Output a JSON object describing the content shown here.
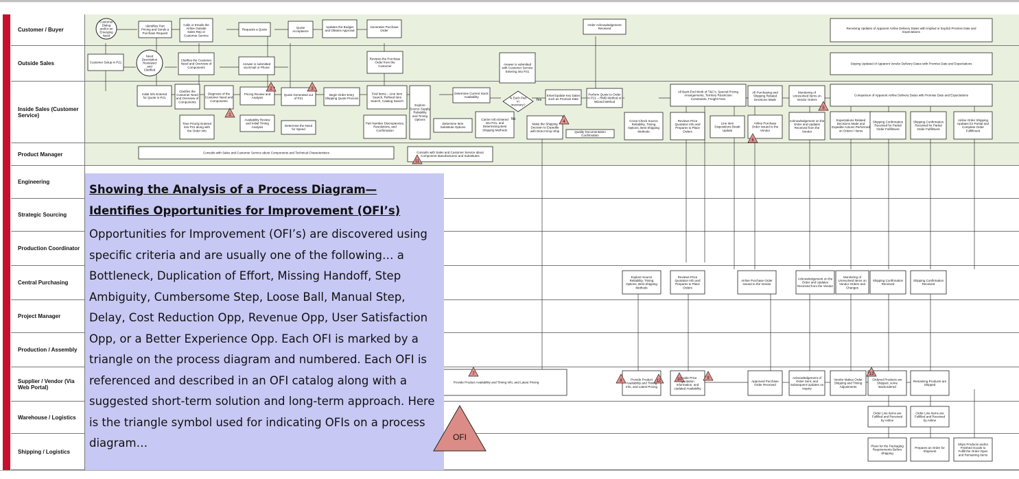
{
  "swimlanes": [
    {
      "label": "Customer / Buyer"
    },
    {
      "label": "Outside Sales"
    },
    {
      "label": "Inside Sales (Customer Service)"
    },
    {
      "label": "Product Manager"
    },
    {
      "label": "Engineering"
    },
    {
      "label": "Strategic Sourcing"
    },
    {
      "label": "Production Coordinator"
    },
    {
      "label": "Central Purchasing"
    },
    {
      "label": "Project Manager"
    },
    {
      "label": "Production / Assembly"
    },
    {
      "label": "Supplier / Vendor (Via Web Portal)"
    },
    {
      "label": "Warehouse / Logistics"
    },
    {
      "label": "Shipping / Logistics"
    }
  ],
  "process_boxes": [
    {
      "text": "Identifies Part Pricing and Sends a Purchase Request"
    },
    {
      "text": "Calls or Emails the Airline Outside Sales Rep or Customer Service"
    },
    {
      "text": "Requests a Quote"
    },
    {
      "text": "Quote Acceptance"
    },
    {
      "text": "Updates the Budget and Obtains Approval"
    },
    {
      "text": "Generates Purchase Order"
    },
    {
      "text": "Order Acknowledgement Received"
    },
    {
      "text": "Receiving Updates of Apparent Airline Delivery Dates with Implied or Explicit Promise Date and Expectations"
    },
    {
      "text": "Customer Setup in P21"
    },
    {
      "text": "Clarifies the Customer Need and Overview of Components"
    },
    {
      "text": "Answer is submitted via Email or Phone"
    },
    {
      "text": "Reviews the Purchase Order from the Customer"
    },
    {
      "text": "Answer is submitted with Customer Service Entering into P21"
    },
    {
      "text": "Staying Updated of Apparent Vendor Delivery Dates with Promise Date and Expectations"
    },
    {
      "text": "Initial Info Entered for Quote in P21"
    },
    {
      "text": "Clarifies the Customer Need and Overview of Components"
    },
    {
      "text": "Diagnosis of the Customer Need and Components"
    },
    {
      "text": "Pricing Review and Analysis"
    },
    {
      "text": "Quote Generated out of P21"
    },
    {
      "text": "Begin Order Entry Shipping Quote Process"
    },
    {
      "text": "Find Items – Line Item Search, Refined Item Search, Catalog Search"
    },
    {
      "text": "Explore Source Supply Reliability and Timing Options"
    },
    {
      "text": "Determine Current Stock Availability"
    },
    {
      "text": "Is Each Part in Inventory?"
    },
    {
      "text": "Enter/Update Key Dates such as Promise Date"
    },
    {
      "text": "Perform Quote to Order in P21 – RMB Method or Wizard Method"
    },
    {
      "text": "Time Priority Entered into P21 along with the Order Info"
    },
    {
      "text": "Availability Review and Initial Timing Analysis"
    },
    {
      "text": "Determine the Need for Speed"
    },
    {
      "text": "Part Number Discrepancies, Resolutions, and Confirmation"
    },
    {
      "text": "Determine Item Substitute Options"
    },
    {
      "text": "Carrier Info Entered into P21, and Determining Best Shipping Methods"
    },
    {
      "text": "Make the Shipping Decision to Expedite with Direct Drop Ship"
    },
    {
      "text": "Quality Documentation Confirmation"
    },
    {
      "text": "Cross-Check Source Reliability, Timing Options, Best Shipping Methods"
    },
    {
      "text": "All Back-End Work of T&C's, Special Pricing Arrangements, Territory Restriction Constraints, Freight Fees"
    },
    {
      "text": "Reviews Price Quotation Info and Prepares to Place Orders"
    },
    {
      "text": "Line Item Dispositions Break Update"
    },
    {
      "text": "All Purchasing and Shipping Related Decisions Made"
    },
    {
      "text": "Airline Purchase Order Issued to the Vendor"
    },
    {
      "text": "Monitoring of Unresolved Items on Vendor Orders"
    },
    {
      "text": "Acknowledgement on the Order and Updates Received from the Vendor"
    },
    {
      "text": "Comparison of Apparent Airline Delivery Dates with Promise Date and Expectations"
    },
    {
      "text": "Expectations Related Decisions Made and Expedite Actions Performed on Orders / Items"
    },
    {
      "text": "Shipping Confirmation Received for Partial Order Fulfillment"
    },
    {
      "text": "Shipping Confirmation Received for Partial Order Fulfillment"
    },
    {
      "text": "Airline Order Shipping Updates for Partial and Complete Order Fulfillment"
    },
    {
      "text": "Consults with Sales and Customer Service about Components and Technical Characteristics"
    },
    {
      "text": "Consults with Sales and Customer Service about Component Manufacturers and Substitutes"
    },
    {
      "text": "Explore Source Reliability, Timing Options, Best Shipping Methods"
    },
    {
      "text": "Reviews Price Quotation Info and Prepares to Place Orders"
    },
    {
      "text": "Airline Purchase Order Issued to the Vendor"
    },
    {
      "text": "Acknowledgement on the Order and Updates Received from the Vendor"
    },
    {
      "text": "Monitoring of Unresolved Items on Vendor Orders and Changes"
    },
    {
      "text": "Shipping Confirmation Received"
    },
    {
      "text": "Shipping Confirmation Received"
    },
    {
      "text": "Provide Product Availability and Timing Info, and Latest Pricing"
    },
    {
      "text": "Provide Product Availability and Timing Info, and Latest Pricing"
    },
    {
      "text": "Provide Price Quotation Information, and Updated Availability"
    },
    {
      "text": "Approved Purchase Order Received"
    },
    {
      "text": "Acknowledgement of Order Sent, and Subsequent Updates on Inquiry"
    },
    {
      "text": "Vendor Makes Order Shipping and Timing Adjustments"
    },
    {
      "text": "Ordered Products are Shipped, some Backordered"
    },
    {
      "text": "Remaining Products are Shipped"
    },
    {
      "text": "Order Line Items are Fulfilled and Received by Airline"
    },
    {
      "text": "Order Line Items are Fulfilled and Received by Airline"
    },
    {
      "text": "Plans for the Packaging Requirements Before Shipping"
    },
    {
      "text": "Prepares an Order for Shipment"
    },
    {
      "text": "Ships Products and/or Finished Goods to Fulfill the Order Open and Remaining Items"
    }
  ],
  "decision_nodes": [
    {
      "text": "Customer Dialog and/or an Emerging Need"
    },
    {
      "text": "Need Description Reviewed and Clarified"
    }
  ],
  "branch_labels": {
    "yes": "Yes",
    "no": "No"
  },
  "ofi_markers": [
    "1",
    "2",
    "3",
    "4",
    "5",
    "6",
    "7",
    "8",
    "9",
    "10",
    "11",
    "12",
    "13"
  ],
  "panel": {
    "title_line1": "Showing the Analysis of a Process Diagram—",
    "title_line2": "Identifies Opportunities for Improvement (OFI’s)",
    "body": "Opportunities for Improvement (OFI’s) are discovered using specific criteria and are usually one of the following… a Bottleneck, Duplication of Effort, Missing Handoff, Step Ambiguity, Cumbersome Step, Loose Ball, Manual Step, Delay, Cost Reduction Opp, Revenue Opp, User Satisfaction Opp, or a Better Experience Opp. Each OFI is marked by a triangle on the process diagram and numbered. Each OFI is referenced and described in an OFI catalog along with a suggested short-term solution and long-term approach. Here is the triangle symbol used for indicating OFIs on a process diagram…",
    "symbol_label": "OFI"
  },
  "colors": {
    "lane_green": "#e9f1de",
    "side_bar": "#c8102e",
    "panel_bg": "#c8c8f4",
    "ofi_triangle": "#dc8c86"
  }
}
